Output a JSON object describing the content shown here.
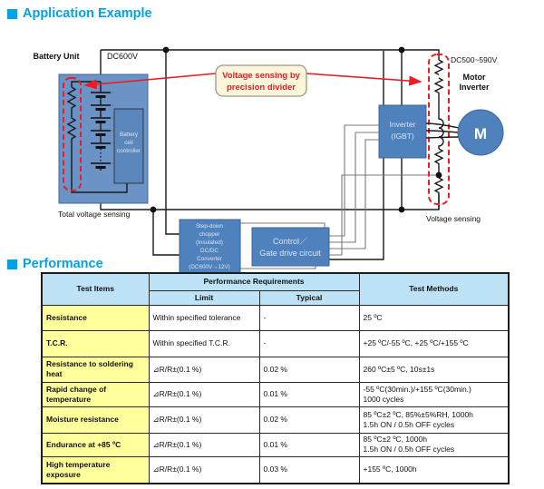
{
  "sections": {
    "application": {
      "title": "Application Example"
    },
    "performance": {
      "title": "Performance"
    }
  },
  "diagram": {
    "labels": {
      "battery_unit": "Battery Unit",
      "dc600v": "DC600V",
      "dc500_590v": "DC500~590V",
      "motor_line1": "Motor",
      "motor_line2": "Inverter",
      "total_voltage_sensing": "Total voltage sensing",
      "voltage_sensing": "Voltage sensing",
      "motor_m": "M"
    },
    "callout": {
      "line1": "Voltage sensing by",
      "line2": "precision divider"
    },
    "battery_controller": [
      "Battery",
      "cell",
      "controller"
    ],
    "inverter_box": [
      "Inverter",
      "(IGBT)"
    ],
    "control_box": [
      "Control／",
      "Gate drive circuit"
    ],
    "chopper_box": [
      "Step-down",
      "chopper",
      "(Insulated)",
      "DC/DC",
      "Converter",
      "(DC600V→12V)"
    ],
    "colors": {
      "accent_cyan": "#00A3E2",
      "box_blue": "#4F81BD",
      "battery_blue": "#6B93C6",
      "accent_red": "#EC1B24",
      "callout_bg": "#FBF6DA",
      "table_header_blue": "#BEE3F6",
      "table_item_yellow": "#FFFF9C"
    }
  },
  "table": {
    "headers": {
      "test_items": "Test Items",
      "performance_requirements": "Performance Requirements",
      "limit": "Limit",
      "typical": "Typical",
      "test_methods": "Test Methods"
    },
    "rows": [
      {
        "item": "Resistance",
        "limit": "Within specified tolerance",
        "typical": "-",
        "method": "25 ºC"
      },
      {
        "item": "T.C.R.",
        "limit": "Within specified T.C.R.",
        "typical": "-",
        "method": "+25 ºC/-55 ºC, +25 ºC/+155 ºC"
      },
      {
        "item": "Resistance to soldering heat",
        "limit": "⊿R/R±(0.1 %)",
        "typical": "0.02 %",
        "method": "260 ºC±5 ºC, 10s±1s"
      },
      {
        "item": "Rapid change of temperature",
        "limit": "⊿R/R±(0.1 %)",
        "typical": "0.01 %",
        "method": "-55 ºC(30min.)/+155 ºC(30min.)\n1000 cycles"
      },
      {
        "item": "Moisture resistance",
        "limit": "⊿R/R±(0.1 %)",
        "typical": "0.02 %",
        "method": "85 ºC±2 ºC, 85%±5%RH, 1000h\n1.5h ON / 0.5h OFF cycles"
      },
      {
        "item": "Endurance at +85 ºC",
        "limit": "⊿R/R±(0.1 %)",
        "typical": "0.01 %",
        "method": "85 ºC±2 ºC, 1000h\n1.5h ON / 0.5h OFF cycles"
      },
      {
        "item": "High temperature exposure",
        "limit": "⊿R/R±(0.1 %)",
        "typical": "0.03 %",
        "method": "+155 ºC, 1000h"
      }
    ]
  }
}
